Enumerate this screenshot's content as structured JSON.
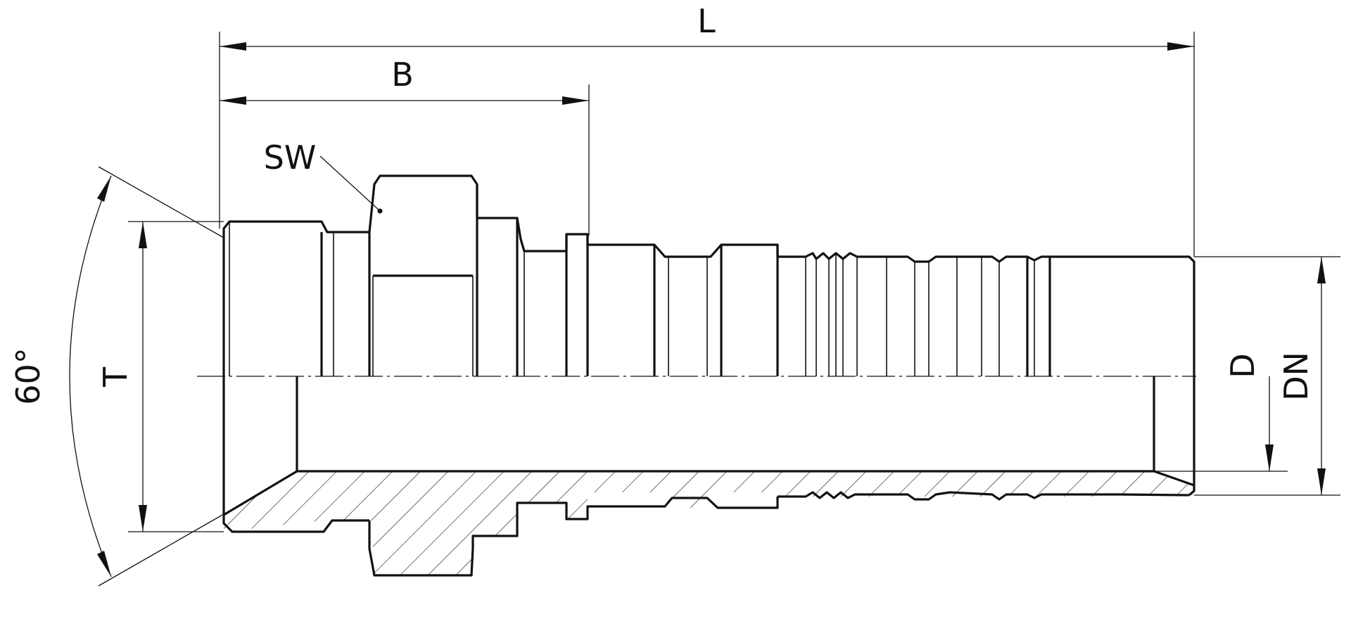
{
  "dimensions": {
    "length": "L",
    "body_length": "B",
    "wrench_size": "SW",
    "thread": "T",
    "cone_angle": "60°",
    "bore": "D",
    "nominal_size": "DN"
  }
}
